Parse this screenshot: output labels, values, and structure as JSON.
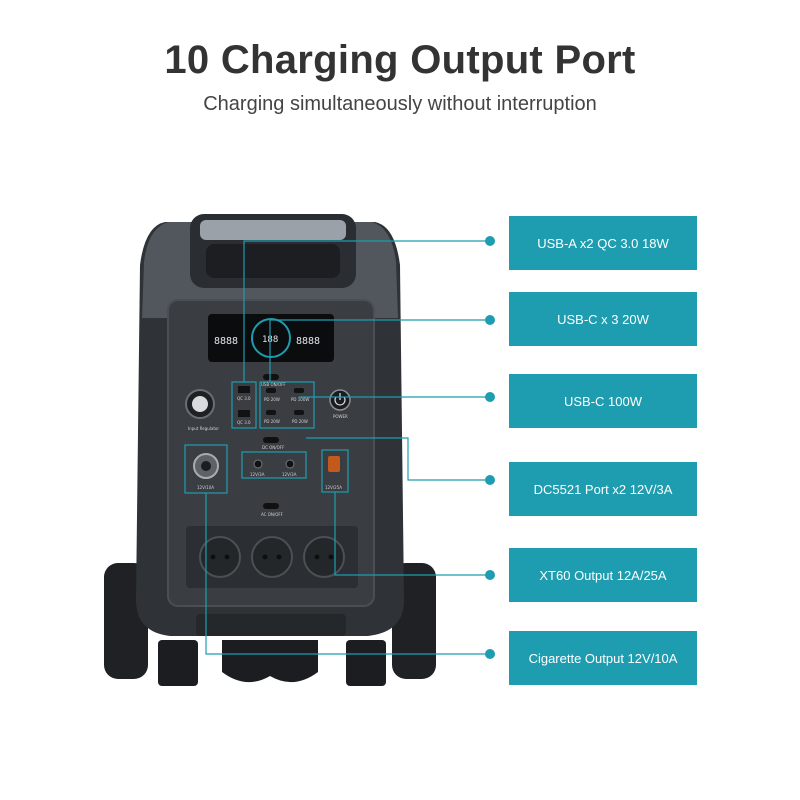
{
  "header": {
    "title": "10 Charging Output Port",
    "subtitle": "Charging simultaneously without interruption"
  },
  "callouts": [
    {
      "label": "USB-A x2  QC 3.0  18W"
    },
    {
      "label": "USB-C x 3  20W"
    },
    {
      "label": "USB-C 100W"
    },
    {
      "label": "DC5521 Port x2  12V/3A"
    },
    {
      "label": "XT60 Output  12A/25A"
    },
    {
      "label": "Cigarette Output  12V/10A"
    }
  ],
  "device": {
    "display_left": "8888",
    "display_center": "188",
    "display_right": "8888",
    "usb_a_labels": [
      "QC 3.0",
      "QC 3.0"
    ],
    "usb_c_labels": [
      "PD 20W",
      "PD 20W",
      "PD 20W"
    ],
    "usb_c_big_label": "PD 100W",
    "usb_switch": "USB ON/OFF",
    "dc_switch": "DC ON/OFF",
    "ac_switch": "AC ON/OFF",
    "power_label": "POWER",
    "cig_label": "12V/10A",
    "dc_label_1": "12V/3A",
    "dc_label_2": "12V/3A",
    "xt60_label": "12V/25A",
    "knob_label": "Input Regulator",
    "accent_color": "#1e9db0"
  }
}
